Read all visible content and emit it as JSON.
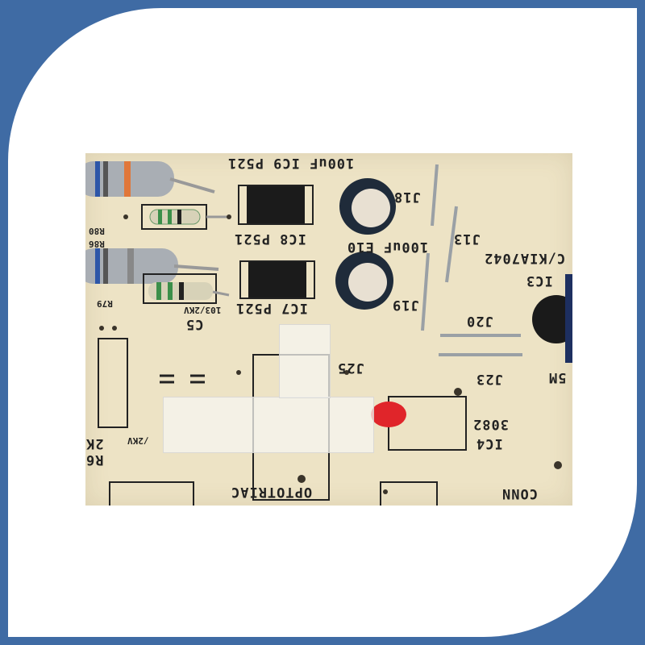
{
  "labels": {
    "ic8": "IC8 P521",
    "ic7": "IC7 P521",
    "ic9": "100uF IC9 P521",
    "e10": "100uF E10",
    "j18": "J18",
    "j13": "J13",
    "j19": "J19",
    "j20": "J20",
    "j23": "J23",
    "j25": "J25",
    "ic3": "IC3",
    "kia": "C/KIA7042",
    "ic4": "IC4",
    "n3082": "3082",
    "optotriac": "OPTOTRIAC",
    "c5": "C5",
    "c5val": "103/2KV",
    "r86": "R86",
    "r80": "R80",
    "r79": "R79",
    "r2k": "2K",
    "r6": "R6",
    "kv": "/2KV",
    "sm5": "5M",
    "conn": "CONN"
  },
  "colors": {
    "board": "#ede3c5",
    "frame": "#3f6ba4",
    "marking": "#222222"
  }
}
